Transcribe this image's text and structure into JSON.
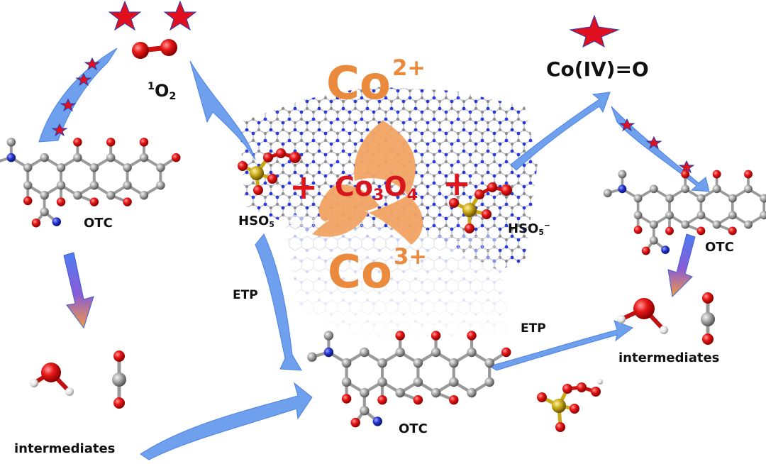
{
  "labels": {
    "singlet_oxygen_sup": "1",
    "singlet_oxygen_main": "O",
    "singlet_oxygen_sub": "2",
    "co_iv": "Co(IV)=O",
    "otc": "OTC",
    "hso5_left_main": "HSO",
    "hso5_left_sub": "5",
    "hso5_right_main": "HSO",
    "hso5_right_sub": "5",
    "hso5_right_sup": "−",
    "etp": "ETP",
    "intermediates": "intermediates"
  },
  "center": {
    "co2_main": "Co",
    "co2_charge": "2+",
    "co3_main": "Co",
    "co3_charge": "3+",
    "plus": "+",
    "co3o4_co": "Co",
    "co3o4_3": "3",
    "co3o4_o": "O",
    "co3o4_4": "4"
  },
  "colors": {
    "arrow_blue": "#6fa0ee",
    "cobalt_orange": "#e98a3c",
    "plus_red": "#e3141c",
    "star_red": "#e01020",
    "carbon": "#9a9a9a",
    "oxygen": "#e01818",
    "nitrogen": "#2030c8",
    "sulfur": "#c8b020"
  }
}
